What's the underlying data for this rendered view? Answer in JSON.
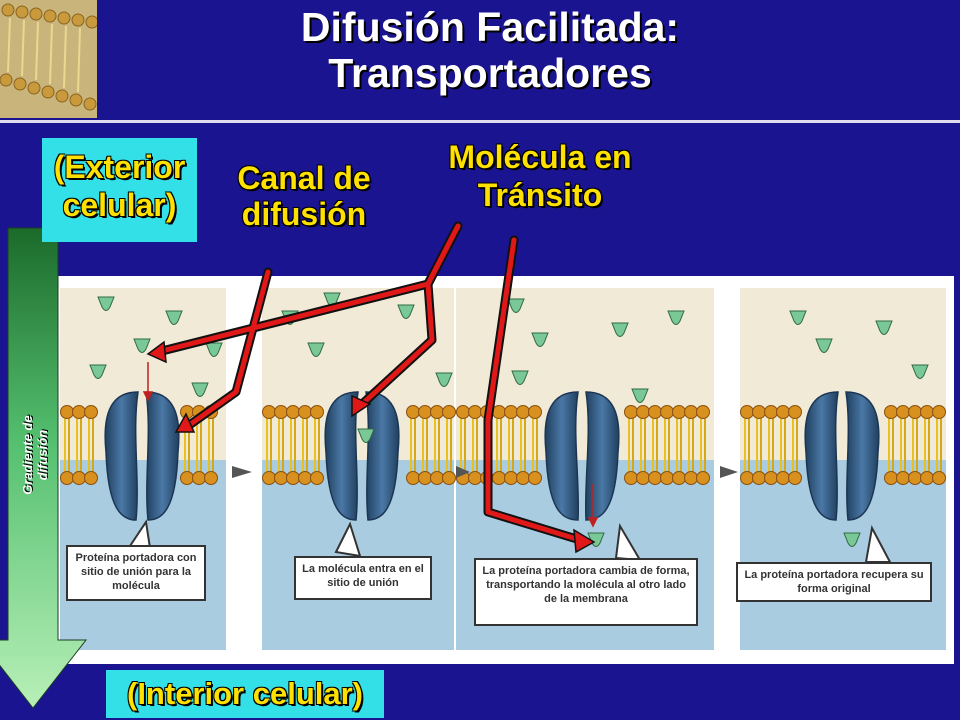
{
  "title": {
    "line1": "Difusión Facilitada:",
    "line2": "Transportadores"
  },
  "labels": {
    "exterior": {
      "line1": "(Exterior",
      "line2": "celular)"
    },
    "canal": {
      "line1": "Canal de",
      "line2": "difusión"
    },
    "molecula": {
      "line1": "Molécula en",
      "line2": "Tránsito"
    },
    "interior": "(Interior celular)",
    "gradiente": {
      "line1": "Gradiente de",
      "line2": "difusión"
    }
  },
  "steps": [
    {
      "caption": "Proteína portadora con sitio de unión para la molécula"
    },
    {
      "caption": "La molécula entra en el sitio de unión"
    },
    {
      "caption": "La proteína portadora cambia de forma, transportando la molécula al otro lado de la membrana"
    },
    {
      "caption": "La proteína portadora recupera su forma original"
    }
  ],
  "colors": {
    "background": "#1a1490",
    "label_box": "#33e0e8",
    "label_text": "#ffe100",
    "extracellular": "#f1ead7",
    "intracellular": "#a9cce0",
    "protein": "#3f6890",
    "molecule": "#7ac896",
    "arrow": "#e01818"
  }
}
